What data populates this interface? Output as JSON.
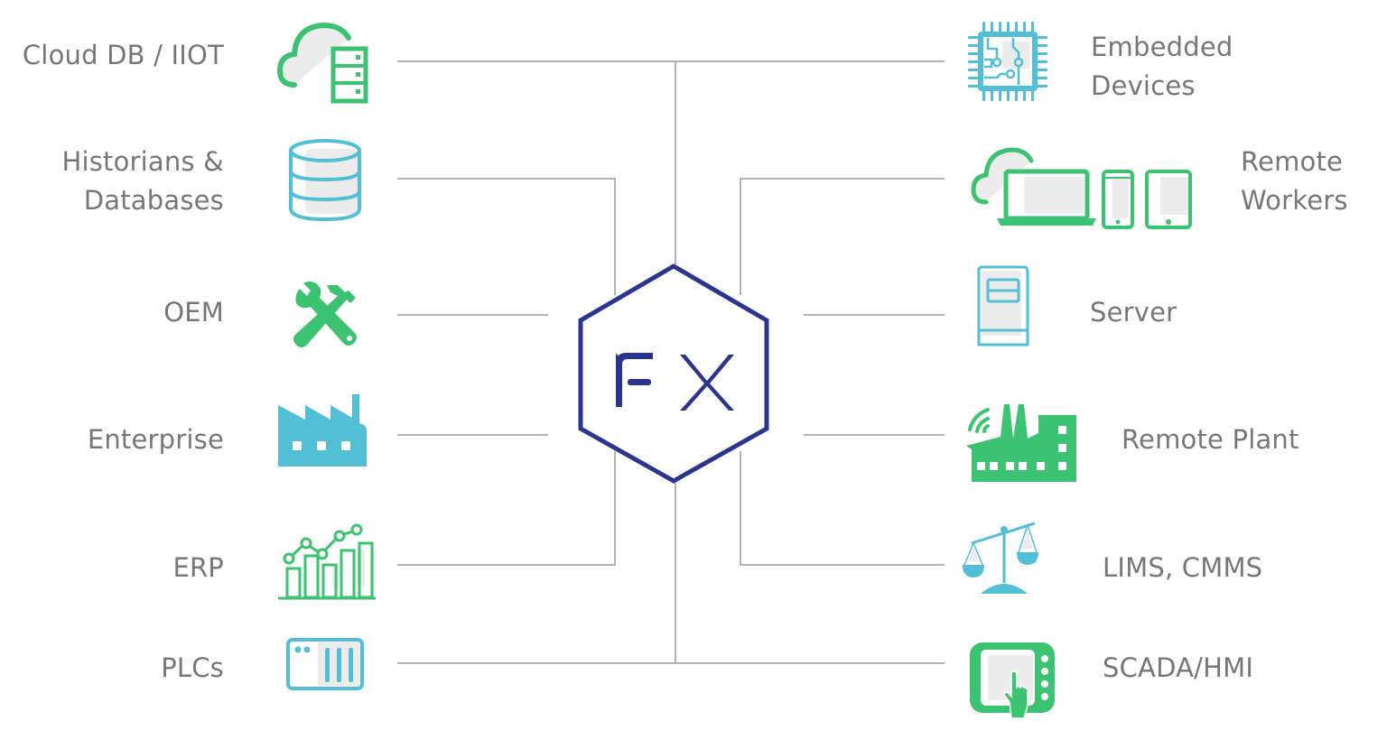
{
  "colors": {
    "green": "#3CC371",
    "blue": "#52BFD6",
    "navy": "#2B3590",
    "line": "#B3B3B3",
    "text": "#777777",
    "fill_light": "#ECECEC"
  },
  "hub": {
    "label": "FX",
    "shape": "hexagon"
  },
  "left_nodes": [
    {
      "lines": [
        "Cloud DB / IIOT"
      ],
      "icon": "cloud-server-icon",
      "color": "green"
    },
    {
      "lines": [
        "Historians &",
        "Databases"
      ],
      "icon": "database-icon",
      "color": "blue"
    },
    {
      "lines": [
        "OEM"
      ],
      "icon": "tools-icon",
      "color": "green"
    },
    {
      "lines": [
        "Enterprise"
      ],
      "icon": "factory-icon",
      "color": "blue"
    },
    {
      "lines": [
        "ERP"
      ],
      "icon": "bar-chart-icon",
      "color": "green"
    },
    {
      "lines": [
        "PLCs"
      ],
      "icon": "plc-icon",
      "color": "blue"
    }
  ],
  "right_nodes": [
    {
      "lines": [
        "Embedded",
        "Devices"
      ],
      "icon": "chip-icon",
      "color": "blue"
    },
    {
      "lines": [
        "Remote",
        "Workers"
      ],
      "icon": "devices-cloud-icon",
      "color": "green"
    },
    {
      "lines": [
        "Server"
      ],
      "icon": "server-tower-icon",
      "color": "blue"
    },
    {
      "lines": [
        "Remote Plant"
      ],
      "icon": "wireless-factory-icon",
      "color": "green"
    },
    {
      "lines": [
        "LIMS, CMMS"
      ],
      "icon": "scales-icon",
      "color": "blue"
    },
    {
      "lines": [
        "SCADA/HMI"
      ],
      "icon": "touch-panel-icon",
      "color": "green"
    }
  ]
}
